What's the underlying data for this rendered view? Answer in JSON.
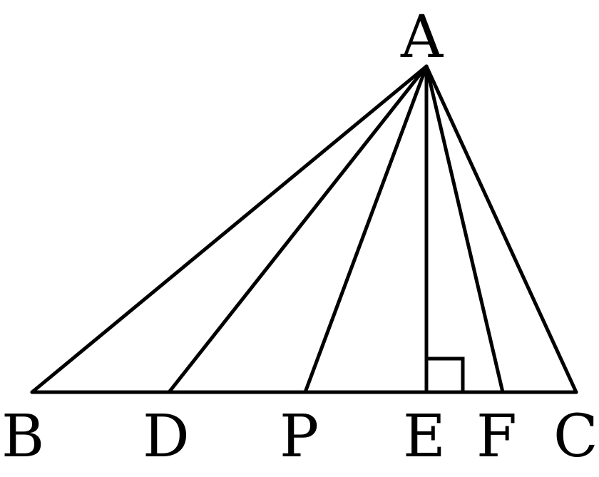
{
  "labels": {
    "A": "A",
    "B": "B",
    "C": "C",
    "D": "D",
    "E": "E",
    "F": "F",
    "P": "P"
  },
  "colors": {
    "stroke": "#000000"
  }
}
